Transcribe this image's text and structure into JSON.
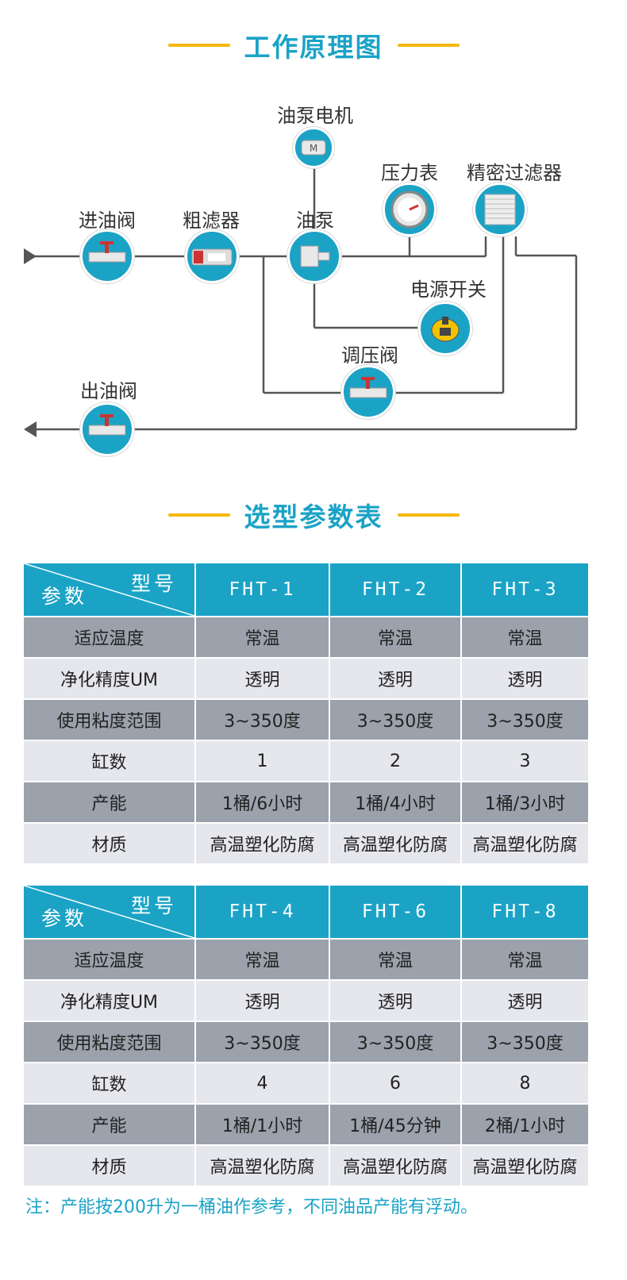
{
  "section1": {
    "title": "工作原理图"
  },
  "section2": {
    "title": "选型参数表"
  },
  "diagram": {
    "labels": {
      "inlet_valve": "进油阀",
      "coarse_filter": "粗滤器",
      "pump": "油泵",
      "pump_motor": "油泵电机",
      "pressure_gauge": "压力表",
      "fine_filter": "精密过滤器",
      "power_switch": "电源开关",
      "regulator_valve": "调压阀",
      "outlet_valve": "出油阀"
    },
    "motor_letter": "M"
  },
  "table1": {
    "corner_top": "型号",
    "corner_bottom": "参数",
    "models": [
      "FHT-1",
      "FHT-2",
      "FHT-3"
    ],
    "rows": [
      {
        "label": "适应温度",
        "values": [
          "常温",
          "常温",
          "常温"
        ]
      },
      {
        "label": "净化精度UM",
        "values": [
          "透明",
          "透明",
          "透明"
        ]
      },
      {
        "label": "使用粘度范围",
        "values": [
          "3~350度",
          "3~350度",
          "3~350度"
        ]
      },
      {
        "label": "缸数",
        "values": [
          "1",
          "2",
          "3"
        ]
      },
      {
        "label": "产能",
        "values": [
          "1桶/6小时",
          "1桶/4小时",
          "1桶/3小时"
        ]
      },
      {
        "label": "材质",
        "values": [
          "高温塑化防腐",
          "高温塑化防腐",
          "高温塑化防腐"
        ]
      }
    ]
  },
  "table2": {
    "corner_top": "型号",
    "corner_bottom": "参数",
    "models": [
      "FHT-4",
      "FHT-6",
      "FHT-8"
    ],
    "rows": [
      {
        "label": "适应温度",
        "values": [
          "常温",
          "常温",
          "常温"
        ]
      },
      {
        "label": "净化精度UM",
        "values": [
          "透明",
          "透明",
          "透明"
        ]
      },
      {
        "label": "使用粘度范围",
        "values": [
          "3~350度",
          "3~350度",
          "3~350度"
        ]
      },
      {
        "label": "缸数",
        "values": [
          "4",
          "6",
          "8"
        ]
      },
      {
        "label": "产能",
        "values": [
          "1桶/1小时",
          "1桶/45分钟",
          "2桶/1小时"
        ]
      },
      {
        "label": "材质",
        "values": [
          "高温塑化防腐",
          "高温塑化防腐",
          "高温塑化防腐"
        ]
      }
    ]
  },
  "note": "注：产能按200升为一桶油作参考，不同油品产能有浮动。",
  "colors": {
    "accent": "#1ba3c6",
    "title_bar": "#f5b80c",
    "row_dark": "#9ba2ac",
    "row_light": "#e6e7ec"
  }
}
